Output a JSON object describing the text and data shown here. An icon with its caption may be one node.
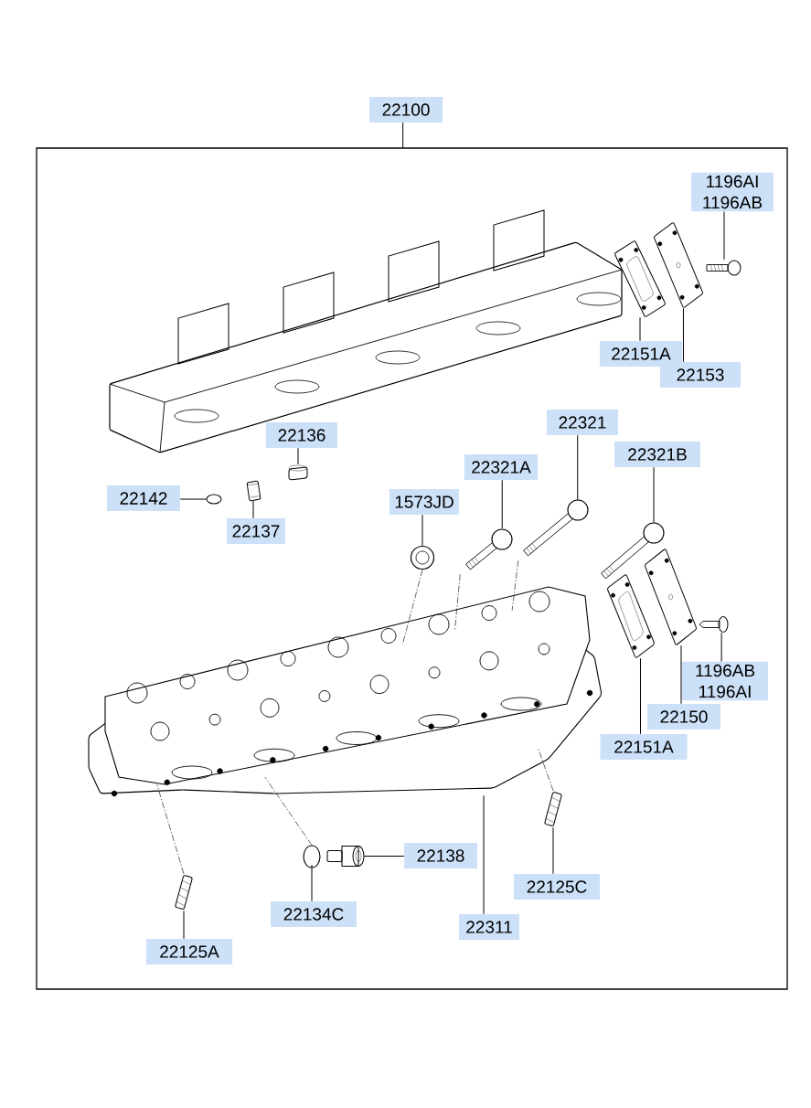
{
  "diagram": {
    "nodes": [
      {
        "text": [],
        "shape": "box"
      },
      {
        "text": [
          "22100"
        ]
      },
      {
        "text": [
          "1196AI",
          "1196AB"
        ],
        "in": 0
      },
      {
        "text": [],
        "shape": "picture",
        "in": 0
      },
      {
        "text": [
          "22151A"
        ],
        "in": 0
      },
      {
        "text": [],
        "shape": "picture",
        "in": 0
      },
      {
        "text": [
          "22153"
        ],
        "in": 0
      },
      {
        "text": [],
        "shape": "picture",
        "in": 0
      },
      {
        "text": [
          "22136"
        ],
        "in": 0
      },
      {
        "text": [],
        "shape": "picture",
        "in": 0
      },
      {
        "text": [
          "22142"
        ],
        "in": 0
      },
      {
        "text": [],
        "shape": "picture",
        "in": 0
      },
      {
        "text": [
          "22137"
        ],
        "in": 0
      },
      {
        "text": [],
        "shape": "picture",
        "in": 0
      },
      {
        "text": [
          "1573JD"
        ],
        "in": 0
      },
      {
        "text": [],
        "shape": "picture",
        "in": 0
      },
      {
        "text": [
          "22321A"
        ],
        "in": 0
      },
      {
        "text": [],
        "shape": "picture",
        "in": 0
      },
      {
        "text": [
          "22321"
        ],
        "in": 0
      },
      {
        "text": [],
        "shape": "picture",
        "in": 0
      },
      {
        "text": [
          "22321B"
        ],
        "in": 0
      },
      {
        "text": [],
        "shape": "picture",
        "in": 0
      },
      {
        "text": [
          "1196AB",
          "1196AI"
        ],
        "in": 0
      },
      {
        "text": [],
        "shape": "picture",
        "in": 0
      },
      {
        "text": [
          "22150"
        ],
        "in": 0
      },
      {
        "text": [],
        "shape": "picture",
        "in": 0
      },
      {
        "text": [
          "22151A"
        ],
        "in": 0
      },
      {
        "text": [],
        "shape": "picture",
        "in": 0
      },
      {
        "text": [
          "22138"
        ],
        "in": 0
      },
      {
        "text": [],
        "shape": "picture",
        "in": 0
      },
      {
        "text": [
          "22134C"
        ],
        "in": 0
      },
      {
        "text": [],
        "shape": "circle",
        "in": 0
      },
      {
        "text": [
          "22311"
        ],
        "in": 0
      },
      {
        "text": [],
        "shape": "picture",
        "in": 0
      },
      {
        "text": [
          "22125C"
        ],
        "in": 0
      },
      {
        "text": [],
        "shape": "picture",
        "in": 0
      },
      {
        "text": [
          "22125A"
        ],
        "in": 0
      },
      {
        "text": [],
        "shape": "picture",
        "in": 0
      }
    ],
    "edges": [
      {
        "from": 1,
        "to": 0,
        "arrow": "none"
      },
      {
        "from": 2,
        "to": 3,
        "arrow": "none"
      },
      {
        "from": 4,
        "to": 5,
        "arrow": "none"
      },
      {
        "from": 6,
        "to": 7,
        "arrow": "none"
      },
      {
        "from": 8,
        "to": 9,
        "arrow": "none"
      },
      {
        "from": 10,
        "to": 11,
        "arrow": "none"
      },
      {
        "from": 12,
        "to": 13,
        "arrow": "none"
      },
      {
        "from": 14,
        "to": 15,
        "arrow": "none"
      },
      {
        "from": 16,
        "to": 17,
        "arrow": "none"
      },
      {
        "from": 18,
        "to": 19,
        "arrow": "none"
      },
      {
        "from": 20,
        "to": 21,
        "arrow": "none"
      },
      {
        "from": 22,
        "to": 23,
        "arrow": "none"
      },
      {
        "from": 24,
        "to": 25,
        "arrow": "none"
      },
      {
        "from": 26,
        "to": 27,
        "arrow": "none"
      },
      {
        "from": 28,
        "to": 29,
        "arrow": "none"
      },
      {
        "from": 30,
        "to": 31,
        "arrow": "none"
      },
      {
        "from": 32,
        "to": 33,
        "arrow": "none"
      },
      {
        "from": 34,
        "to": 35,
        "arrow": "none"
      },
      {
        "from": 36,
        "to": 37,
        "arrow": "none"
      },
      {
        "from": 15,
        "to": 33,
        "arrow": "none",
        "style": "dashed"
      },
      {
        "from": 17,
        "to": 33,
        "arrow": "none",
        "style": "dashed"
      },
      {
        "from": 19,
        "to": 33,
        "arrow": "none",
        "style": "dashed"
      },
      {
        "from": 31,
        "to": 33,
        "arrow": "none",
        "style": "dashed"
      },
      {
        "from": 35,
        "to": 33,
        "arrow": "none",
        "style": "dashed"
      },
      {
        "from": 37,
        "to": 33,
        "arrow": "none",
        "style": "dashed"
      }
    ]
  }
}
